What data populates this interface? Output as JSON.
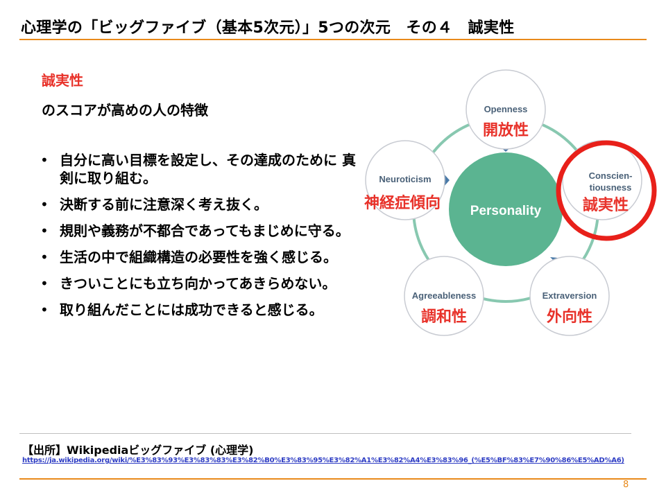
{
  "slide": {
    "title": "心理学の「ビッグファイブ（基本5次元）」5つの次元　その４　誠実性",
    "subhead_red": "誠実性",
    "subhead": "のスコアが高めの人の特徴",
    "bullet_glyph": "•",
    "bullets": [
      "自分に高い目標を設定し、その達成のために 真剣に取り組む。",
      "決断する前に注意深く考え抜く。",
      "規則や義務が不都合であってもまじめに守る。",
      "生活の中で組織構造の必要性を強く感じる。",
      "きついことにも立ち向かってあきらめない。",
      "取り組んだことには成功できると感じる。"
    ],
    "page_number": "8"
  },
  "diagram": {
    "center_label": "Personality",
    "colors": {
      "center": "#5bb491",
      "ring": "#88c8b0",
      "node_border": "#c8cbd2",
      "node_text": "#4a6178",
      "arrow": "#4a7aa8",
      "highlight": "#e8201a",
      "japanese_label": "#e8322a"
    },
    "nodes": [
      {
        "en": "Openness",
        "jp": "開放性"
      },
      {
        "en_line1": "Conscien-",
        "en_line2": "tiousness",
        "jp": "誠実性",
        "highlighted": true
      },
      {
        "en": "Extraversion",
        "jp": "外向性"
      },
      {
        "en": "Agreeableness",
        "jp": "調和性"
      },
      {
        "en": "Neuroticism",
        "jp": "神経症傾向"
      }
    ]
  },
  "source": {
    "label": "【出所】Wikipediaビッグファイブ (心理学)",
    "url": "https://ja.wikipedia.org/wiki/%E3%83%93%E3%83%83%E3%82%B0%E3%83%95%E3%82%A1%E3%82%A4%E3%83%96_(%E5%BF%83%E7%90%86%E5%AD%A6)"
  }
}
